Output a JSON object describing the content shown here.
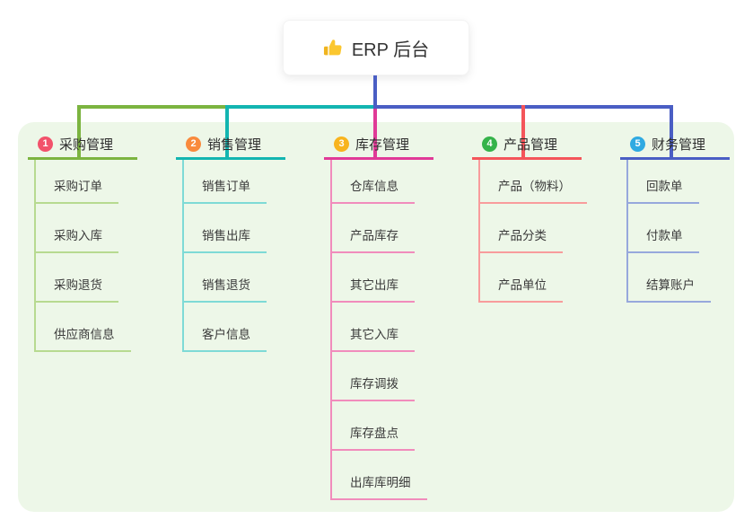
{
  "root": {
    "label": "ERP 后台",
    "icon": "thumbs-up-icon"
  },
  "colors": {
    "canvas_bg": "#ffffff",
    "panel_bg": "#edf7e8",
    "root_line": "#4a5ec4",
    "title_text": "#333333",
    "item_text": "#3a3a3a"
  },
  "branches": [
    {
      "num": "1",
      "label": "采购管理",
      "badge_color": "#f2526b",
      "line_color": "#7cb440",
      "sub_line_color": "#b7da90",
      "items": [
        "采购订单",
        "采购入库",
        "采购退货",
        "供应商信息"
      ]
    },
    {
      "num": "2",
      "label": "销售管理",
      "badge_color": "#f98a3d",
      "line_color": "#13b5b1",
      "sub_line_color": "#7edad6",
      "items": [
        "销售订单",
        "销售出库",
        "销售退货",
        "客户信息"
      ]
    },
    {
      "num": "3",
      "label": "库存管理",
      "badge_color": "#f8b41e",
      "line_color": "#e03a97",
      "sub_line_color": "#f18cbc",
      "items": [
        "仓库信息",
        "产品库存",
        "其它出库",
        "其它入库",
        "库存调拨",
        "库存盘点",
        "出库库明细"
      ]
    },
    {
      "num": "4",
      "label": "产品管理",
      "badge_color": "#35b34a",
      "line_color": "#f4555a",
      "sub_line_color": "#f89c9c",
      "items": [
        "产品（物料）",
        "产品分类",
        "产品单位"
      ]
    },
    {
      "num": "5",
      "label": "财务管理",
      "badge_color": "#2faae2",
      "line_color": "#4a5ec4",
      "sub_line_color": "#97a8dc",
      "items": [
        "回款单",
        "付款单",
        "结算账户"
      ]
    }
  ]
}
